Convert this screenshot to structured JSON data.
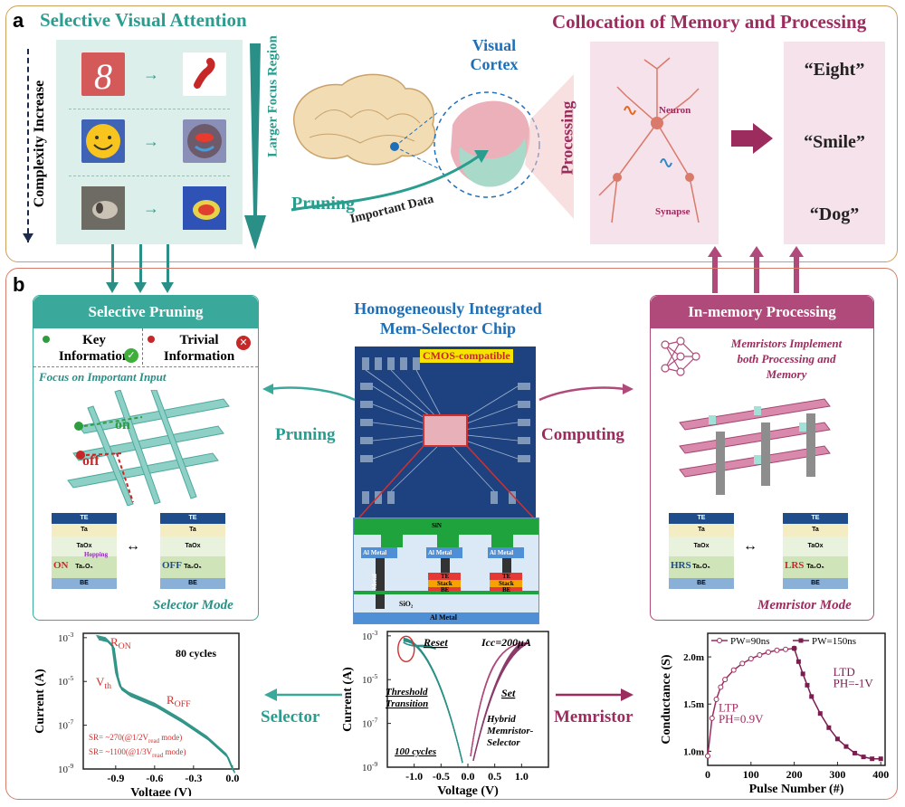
{
  "panel_a": {
    "label": "a",
    "attention_title": "Selective Visual Attention",
    "complexity_label": "Complexity Increase",
    "focus_label": "Larger Focus Region",
    "cortex_label": "Visual Cortex",
    "pruning_label": "Pruning",
    "important_data_label": "Important Data",
    "processing_label": "Processing",
    "collocation_title": "Collocation of Memory and Processing",
    "neuron_label": "Neuron",
    "synapse_label": "Synapse",
    "outputs": [
      "“Eight”",
      "“Smile”",
      "“Dog”"
    ]
  },
  "panel_b": {
    "label": "b",
    "chip_title_1": "Homogeneously Integrated",
    "chip_title_2": "Mem-Selector Chip",
    "cmos_label": "CMOS-compatible",
    "pruning_arrow_label": "Pruning",
    "computing_arrow_label": "Computing",
    "selector_arrow_label": "Selector",
    "memristor_arrow_label": "Memristor",
    "selective_pruning": {
      "title": "Selective Pruning",
      "key_1": "Key",
      "key_2": "Information",
      "trivial_1": "Trivial",
      "trivial_2": "Information",
      "focus": "Focus on Important Input",
      "on": "on",
      "off": "off",
      "mode": "Selector Mode",
      "te": "TE",
      "ta": "Ta",
      "taox": "TaOx",
      "ta2o5": "Ta₂O₅",
      "be": "BE",
      "on_state": "ON",
      "off_state": "OFF",
      "hopping": "Hopping"
    },
    "in_memory": {
      "title": "In-memory Processing",
      "desc_1": "Memristors Implement",
      "desc_2": "both Processing and",
      "desc_3": "Memory",
      "mode": "Memristor Mode",
      "hrs": "HRS",
      "lrs": "LRS"
    },
    "stack_labels": {
      "sin": "SiN",
      "al_metal": "Al Metal",
      "te": "TE",
      "stack": "Stack",
      "be": "BE",
      "metal": "Metal",
      "sio2": "SiO₂"
    }
  },
  "chart_data": [
    {
      "type": "line",
      "title": "",
      "xlabel": "Voltage (V)",
      "ylabel": "Current (A)",
      "xlim": [
        -1.15,
        0.05
      ],
      "ylim_log10": [
        -9,
        -2.8
      ],
      "xticks": [
        "-0.9",
        "-0.6",
        "-0.3",
        "0.0"
      ],
      "yticks": [
        "10-3",
        "10-5",
        "10-7",
        "10-9"
      ],
      "annotations": [
        "R",
        "ON",
        "V",
        "th",
        "R",
        "OFF",
        "80 cycles",
        "SR= ~270(@1/2V",
        "read",
        " mode)",
        "SR= ~1100(@1/3V",
        "read",
        " mode)"
      ],
      "series": [
        {
          "x": [
            -1.05,
            -0.98,
            -0.93,
            -0.9,
            -0.87,
            -0.8,
            -0.6,
            -0.4,
            -0.2,
            -0.05,
            0.0
          ],
          "log10_y": [
            -2.9,
            -3.0,
            -3.3,
            -4.6,
            -5.2,
            -5.5,
            -6.0,
            -6.7,
            -7.5,
            -8.3,
            -9.0
          ]
        }
      ]
    },
    {
      "type": "line",
      "title": "",
      "xlabel": "Voltage (V)",
      "ylabel": "Current (A)",
      "xlim": [
        -1.5,
        1.5
      ],
      "ylim_log10": [
        -9,
        -2.8
      ],
      "xticks": [
        "-1.0",
        "-0.5",
        "0.0",
        "0.5",
        "1.0"
      ],
      "yticks": [
        "10-3",
        "10-5",
        "10-7",
        "10-9"
      ],
      "annotations": [
        "Reset",
        "Icc=200μA",
        "Threshold",
        "Transition",
        "Set",
        "Hybrid",
        "Memristor-",
        "Selector",
        "100 cycles"
      ]
    },
    {
      "type": "line",
      "title": "",
      "xlabel": "Pulse Number (#)",
      "ylabel": "Conductance (S)",
      "xlim": [
        0,
        410
      ],
      "ylim": [
        0.85,
        2.25
      ],
      "xticks": [
        "0",
        "100",
        "200",
        "300",
        "400"
      ],
      "yticks": [
        "1.0m",
        "1.5m",
        "2.0m"
      ],
      "annotations": [
        "LTP",
        "PH=0.9V",
        "LTD",
        "PH=-1V"
      ],
      "series": [
        {
          "name": "PW=90ns",
          "x": [
            0,
            10,
            20,
            30,
            40,
            60,
            80,
            100,
            120,
            140,
            160,
            180,
            200
          ],
          "y": [
            0.95,
            1.35,
            1.55,
            1.68,
            1.76,
            1.86,
            1.93,
            1.98,
            2.02,
            2.05,
            2.07,
            2.08,
            2.09
          ]
        },
        {
          "name": "PW=150ns",
          "x": [
            200,
            210,
            220,
            230,
            240,
            260,
            280,
            300,
            320,
            340,
            360,
            380,
            400
          ],
          "y": [
            2.09,
            1.95,
            1.82,
            1.7,
            1.58,
            1.4,
            1.25,
            1.13,
            1.05,
            0.98,
            0.94,
            0.92,
            0.92
          ]
        }
      ]
    }
  ]
}
